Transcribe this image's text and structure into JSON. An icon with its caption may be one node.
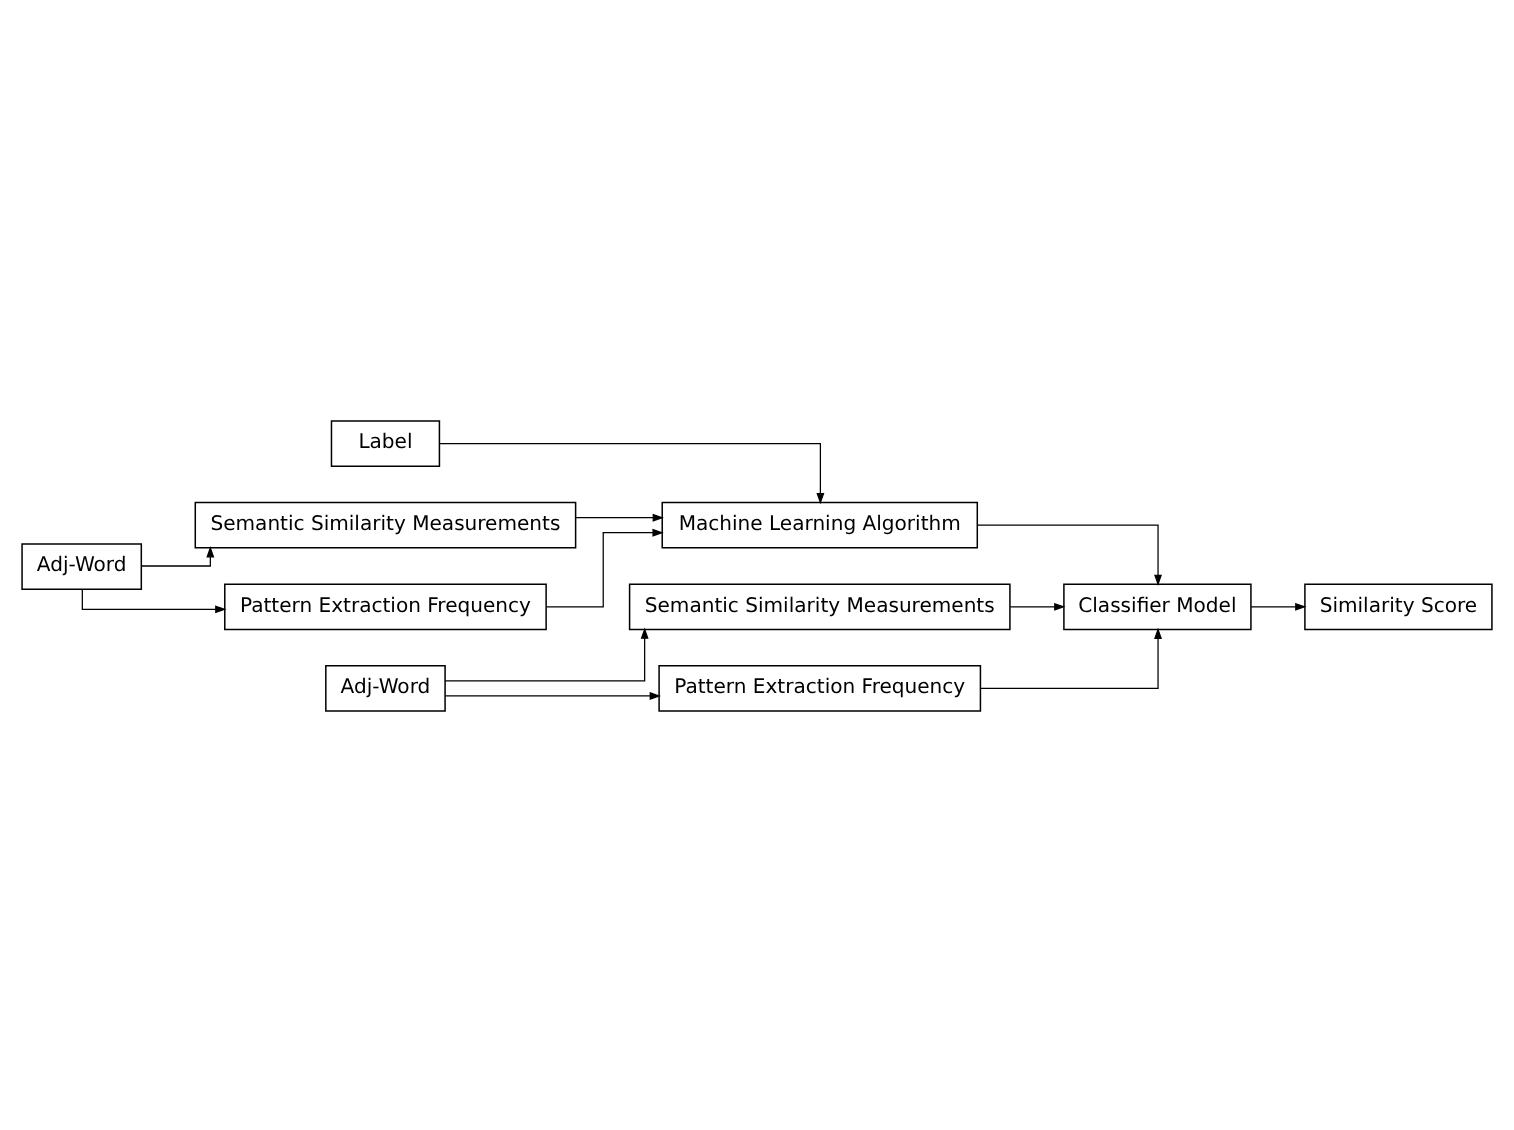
{
  "diagram": {
    "nodes": [
      {
        "text": [
          "Label"
        ]
      },
      {
        "text": [
          "Machine Learning Algorithm"
        ]
      },
      {
        "text": [
          "Adj-Word"
        ]
      },
      {
        "text": [
          "Semantic Similarity Measurements"
        ]
      },
      {
        "text": [
          "Pattern Extraction Frequency"
        ]
      },
      {
        "text": [
          "Adj-Word"
        ]
      },
      {
        "text": [
          "Semantic Similarity Measurements"
        ]
      },
      {
        "text": [
          "Pattern Extraction Frequency"
        ]
      },
      {
        "text": [
          "Classifier Model"
        ]
      },
      {
        "text": [
          "Similarity Score"
        ]
      }
    ],
    "edges": [
      {
        "from": 0,
        "to": 1,
        "arrow": "to"
      },
      {
        "from": 2,
        "to": 3,
        "arrow": "to"
      },
      {
        "from": 2,
        "to": 4,
        "arrow": "to"
      },
      {
        "from": 3,
        "to": 1,
        "arrow": "to"
      },
      {
        "from": 4,
        "to": 1,
        "arrow": "to"
      },
      {
        "from": 1,
        "to": 8,
        "arrow": "to"
      },
      {
        "from": 5,
        "to": 6,
        "arrow": "to"
      },
      {
        "from": 5,
        "to": 7,
        "arrow": "to"
      },
      {
        "from": 6,
        "to": 8,
        "arrow": "to"
      },
      {
        "from": 7,
        "to": 8,
        "arrow": "to"
      },
      {
        "from": 8,
        "to": 9,
        "arrow": "to"
      }
    ]
  }
}
